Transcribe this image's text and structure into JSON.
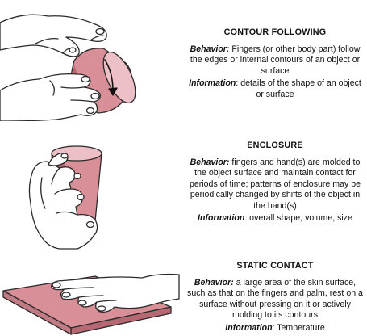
{
  "sections": [
    {
      "title": "CONTOUR FOLLOWING",
      "behavior_label": "Behavior:",
      "behavior_text": " Fingers (or other body part) follow the edges or internal contours of an object or surface",
      "information_label": "Information",
      "information_text": ": details of the shape of an object or surface"
    },
    {
      "title": "ENCLOSURE",
      "behavior_label": "Behavior:",
      "behavior_text": " fingers and hand(s) are molded to the object surface and maintain contact for periods of time; patterns of enclosure may be periodically changed by shifts of the object in the hand(s)",
      "information_label": "Information",
      "information_text": ": overall shape, volume, size"
    },
    {
      "title": "STATIC CONTACT",
      "behavior_label": "Behavior:",
      "behavior_text": " a large area of the skin surface, such as that on the fingers and palm, rest on a surface without pressing on it or actively molding to its contours",
      "information_label": "Information",
      "information_text": ": Temperature"
    }
  ],
  "colors": {
    "object_fill": "#d88f98",
    "object_shadow": "#b86873",
    "object_light": "#ecc0c6",
    "skin": "#ffffff",
    "outline": "#2a2a2a"
  }
}
